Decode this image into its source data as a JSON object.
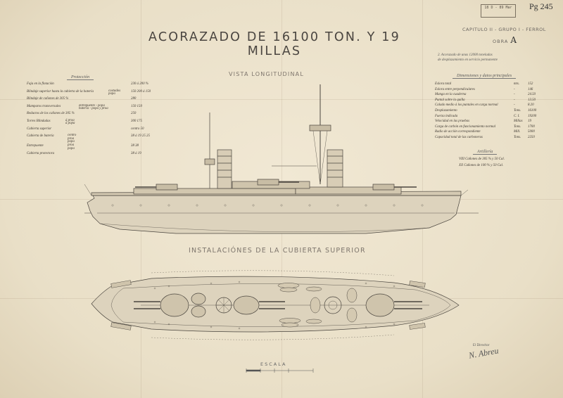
{
  "header": {
    "stamp_line1": "",
    "stamp_line2": "18 D - 89 Mar",
    "ref": "Pg 245",
    "capitulo": "CAPITULO II - GRUPO I - FERROL",
    "obra_label": "OBRA",
    "obra_value": "A",
    "title": "ACORAZADO DE 16100 TON. Y 19 MILLAS",
    "note_line1": "2. Acorazado de unas 12000 toneladas",
    "note_line2": "de desplazamiento en servicio permanente"
  },
  "sections": {
    "side_view": "VISTA LONGITUDINAL",
    "deck_view": "INSTALACIÓNES DE LA CUBIERTA SUPERIOR",
    "scale": "ESCALA"
  },
  "proteccion": {
    "title": "Protección",
    "rows": [
      {
        "label": "Faja en la flotación",
        "value": "230 á 200 %"
      },
      {
        "label": "Blindaje superior hasta la cubierta de la batería",
        "sub": [
          "costados",
          "popa"
        ],
        "value": "150  200 á 150"
      },
      {
        "label": "Blindaje de cañones de 305 %",
        "value": "280"
      },
      {
        "label": "Mamparos transversales",
        "sub": [
          "entrepuente - popa",
          "batería - popa y proa"
        ],
        "value": "150  150"
      },
      {
        "label": "Reductos de los cañones de 305 %",
        "value": "250"
      },
      {
        "label": "Torres Blindadas",
        "sub": [
          "á proa",
          "á popa"
        ],
        "value": "300  175"
      },
      {
        "label": "Cubierta superior",
        "value": "centro 50"
      },
      {
        "label": "Cubierta de batería",
        "sub": [
          "centro",
          "proa",
          "popa"
        ],
        "value": "38 á 19  25  25"
      },
      {
        "label": "Entrepuente",
        "sub": [
          "proa",
          "popa"
        ],
        "value": "38  38"
      },
      {
        "label": "Cubierta protectora",
        "value": "38 á 19"
      }
    ]
  },
  "dimensiones": {
    "title": "Dimensiones y datos principales",
    "rows": [
      {
        "label": "Eslora total",
        "unit": "mts.",
        "value": "152"
      },
      {
        "label": "Eslora entre perpendiculares",
        "unit": "-",
        "value": "146"
      },
      {
        "label": "Manga en la cuaderna",
        "unit": "-",
        "value": "24.50"
      },
      {
        "label": "Puntal sobre la quilla",
        "unit": "-",
        "value": "13.50"
      },
      {
        "label": "Calado medio á los puntales en carga normal",
        "unit": "-",
        "value": "8.20"
      },
      {
        "label": "Desplazamiento",
        "unit": "Tons.",
        "value": "16100"
      },
      {
        "label": "Fuerza indicada",
        "unit": "C. I.",
        "value": "19200"
      },
      {
        "label": "Velocidad en las pruebas",
        "unit": "Millas",
        "value": "19"
      },
      {
        "label": "Carga de carbón en funcionamiento normal",
        "unit": "Tons.",
        "value": "1700"
      },
      {
        "label": "Radio de acción correspondiente",
        "unit": "Mill.",
        "value": "5000"
      },
      {
        "label": "Capacidad total de las carboneras",
        "unit": "Tons.",
        "value": "2250"
      }
    ]
  },
  "artilleria": {
    "title": "Artillería",
    "rows": [
      "VIII Cañones de 305 % y 50 Cal.",
      "XX Cañones de 100 % y 50 Cal."
    ]
  },
  "signature": {
    "label": "El Director",
    "name": "N. Abreu"
  }
}
